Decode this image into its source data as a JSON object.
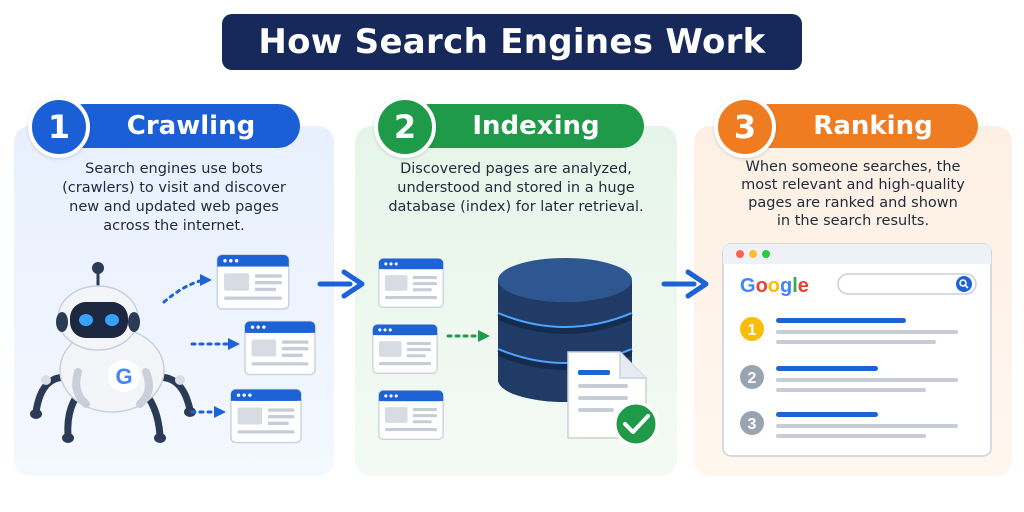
{
  "title": "How Search Engines Work",
  "steps": [
    {
      "number": "1",
      "label": "Crawling",
      "color": "#1a5fd6",
      "lines": [
        "Search engines use bots",
        "(crawlers) to visit and discover",
        "new and updated web pages",
        "across the internet."
      ]
    },
    {
      "number": "2",
      "label": "Indexing",
      "color": "#1e9a48",
      "lines": [
        "Discovered pages are analyzed,",
        "understood and stored in a huge",
        "database (index) for later retrieval."
      ]
    },
    {
      "number": "3",
      "label": "Ranking",
      "color": "#f07c22",
      "lines": [
        "When someone searches, the",
        "most relevant and high-quality",
        "pages are ranked and shown",
        "in the search results."
      ]
    }
  ],
  "robot_logo": "G",
  "browser": {
    "logo": "Google",
    "logo_colors": [
      "#4285F4",
      "#EA4335",
      "#FBBC05",
      "#4285F4",
      "#34A853",
      "#EA4335"
    ],
    "results": [
      {
        "rank": "1",
        "color": "#fbbc05"
      },
      {
        "rank": "2",
        "color": "#9aa3b2"
      },
      {
        "rank": "3",
        "color": "#9aa3b2"
      }
    ]
  },
  "icons": [
    "robot-crawler-icon",
    "webpage-icon",
    "database-icon",
    "document-icon",
    "checkmark-icon",
    "search-icon",
    "arrow-icon"
  ]
}
